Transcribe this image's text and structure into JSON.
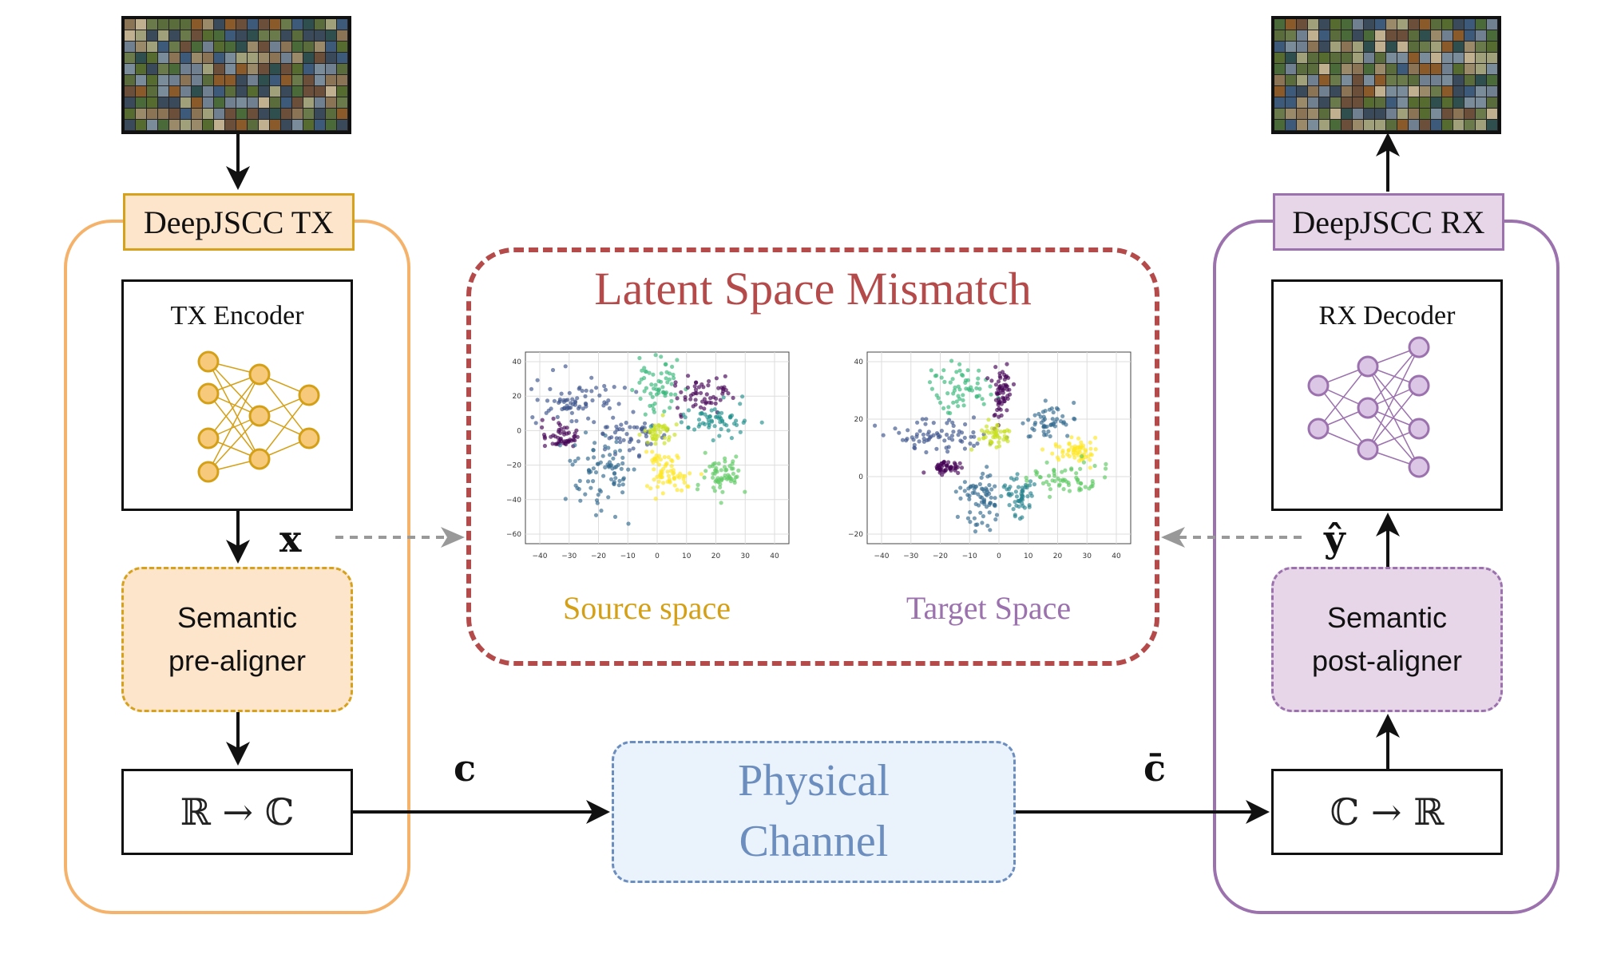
{
  "tx": {
    "label": "DeepJSCC TX",
    "encoder_title": "TX Encoder",
    "aligner_line1": "Semantic",
    "aligner_line2": "pre-aligner",
    "mapper": "ℝ → ℂ",
    "symbol_x": "x"
  },
  "rx": {
    "label": "DeepJSCC RX",
    "decoder_title": "RX Decoder",
    "aligner_line1": "Semantic",
    "aligner_line2": "post-aligner",
    "mapper": "ℂ → ℝ",
    "symbol_y": "ŷ"
  },
  "channel": {
    "line1": "Physical",
    "line2": "Channel",
    "symbol_c": "c",
    "symbol_cbar": "c̄"
  },
  "mismatch": {
    "title": "Latent Space Mismatch",
    "source_caption": "Source space",
    "target_caption": "Target Space"
  },
  "colors": {
    "tx_border": "#f5b26b",
    "tx_fill": "#fde5cc",
    "tx_dashed": "#d6a21e",
    "rx_border": "#9b72ad",
    "rx_fill": "#e6d6e8",
    "mismatch_border": "#b54a4a",
    "channel_border": "#6c8ebf",
    "channel_fill": "#eaf2fb",
    "channel_text": "#6c8ebf",
    "source_text": "#d4a017",
    "target_text": "#9b72ad",
    "encoder_node": "#f7c97a",
    "encoder_edge": "#d4a017",
    "decoder_node": "#dcc6e6",
    "decoder_edge": "#9b72ad"
  },
  "plots": {
    "source": {
      "x_ticks": [
        "−40",
        "−30",
        "−20",
        "−10",
        "0",
        "10",
        "20",
        "30",
        "40"
      ],
      "y_ticks": [
        "40",
        "20",
        "0",
        "−20",
        "−40",
        "−60"
      ]
    },
    "target": {
      "x_ticks": [
        "−40",
        "−30",
        "−20",
        "−10",
        "0",
        "10",
        "20",
        "30",
        "40"
      ],
      "y_ticks": [
        "40",
        "20",
        "0",
        "−20"
      ]
    }
  }
}
